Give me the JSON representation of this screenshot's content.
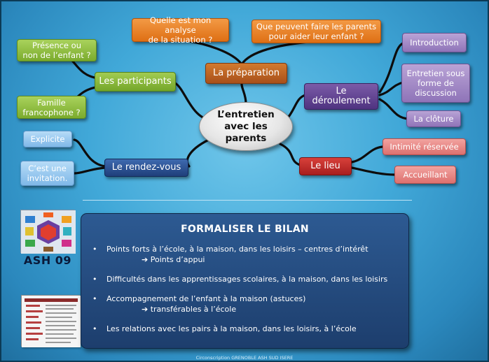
{
  "mindmap": {
    "center": "L’entretien\navec les\nparents",
    "branches": {
      "preparation": {
        "label": "La préparation",
        "children": [
          "Quelle est mon analyse\nde la situation ?",
          "Que peuvent faire les parents\npour aider leur enfant ?"
        ]
      },
      "participants": {
        "label": "Les participants",
        "children": [
          "Présence ou\nnon de l’enfant ?",
          "Famille\nfrancophone ?"
        ]
      },
      "deroulement": {
        "label": "Le\ndéroulement",
        "children": [
          "Introduction",
          "Entretien sous\nforme de\ndiscussion",
          "La clôture"
        ]
      },
      "rendezvous": {
        "label": "Le rendez-vous",
        "children": [
          "Explicite",
          "C’est une\ninvitation."
        ]
      },
      "lieu": {
        "label": "Le lieu",
        "children": [
          "Intimité réservée",
          "Accueillant"
        ]
      }
    }
  },
  "logo": {
    "text": "ASH 09"
  },
  "bilan": {
    "title": "FORMALISER LE BILAN",
    "bullet_glyph": "•",
    "arrow_glyph": "➔",
    "items": [
      {
        "text": "Points forts à l’école, à la maison, dans les loisirs – centres d’intérêt",
        "sub": "Points d’appui"
      },
      {
        "text": "Difficultés dans les apprentissages scolaires, à la maison, dans les loisirs"
      },
      {
        "text": "Accompagnement de l’enfant à la maison (astuces)",
        "sub": "transférables à l’école"
      },
      {
        "text": "Les relations avec les pairs à la maison, dans les loisirs, à l’école"
      }
    ]
  },
  "footer": "Circonscription GRENOBLE ASH SUD ISERE",
  "colors": {
    "background": "#41a8d8",
    "link": "#0d0d0d",
    "panel": "#1d3e6d"
  }
}
